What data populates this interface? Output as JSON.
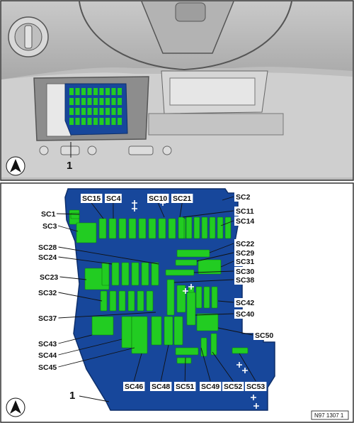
{
  "top_view": {
    "callout": "1"
  },
  "fuse_box": {
    "callout": "1",
    "slots": [
      "SC1",
      "SC2",
      "SC3",
      "SC4",
      "SC10",
      "SC11",
      "SC14",
      "SC15",
      "SC21",
      "SC22",
      "SC23",
      "SC24",
      "SC28",
      "SC29",
      "SC30",
      "SC31",
      "SC32",
      "SC37",
      "SC38",
      "SC40",
      "SC42",
      "SC43",
      "SC44",
      "SC45",
      "SC46",
      "SC48",
      "SC49",
      "SC50",
      "SC51",
      "SC52",
      "SC53"
    ]
  },
  "figure_ref": "N97 1307 1",
  "colors": {
    "housing": "#17479b",
    "fuse": "#22cc22",
    "frame": "#333333"
  },
  "icons": [
    "compass-arrow-icon"
  ]
}
